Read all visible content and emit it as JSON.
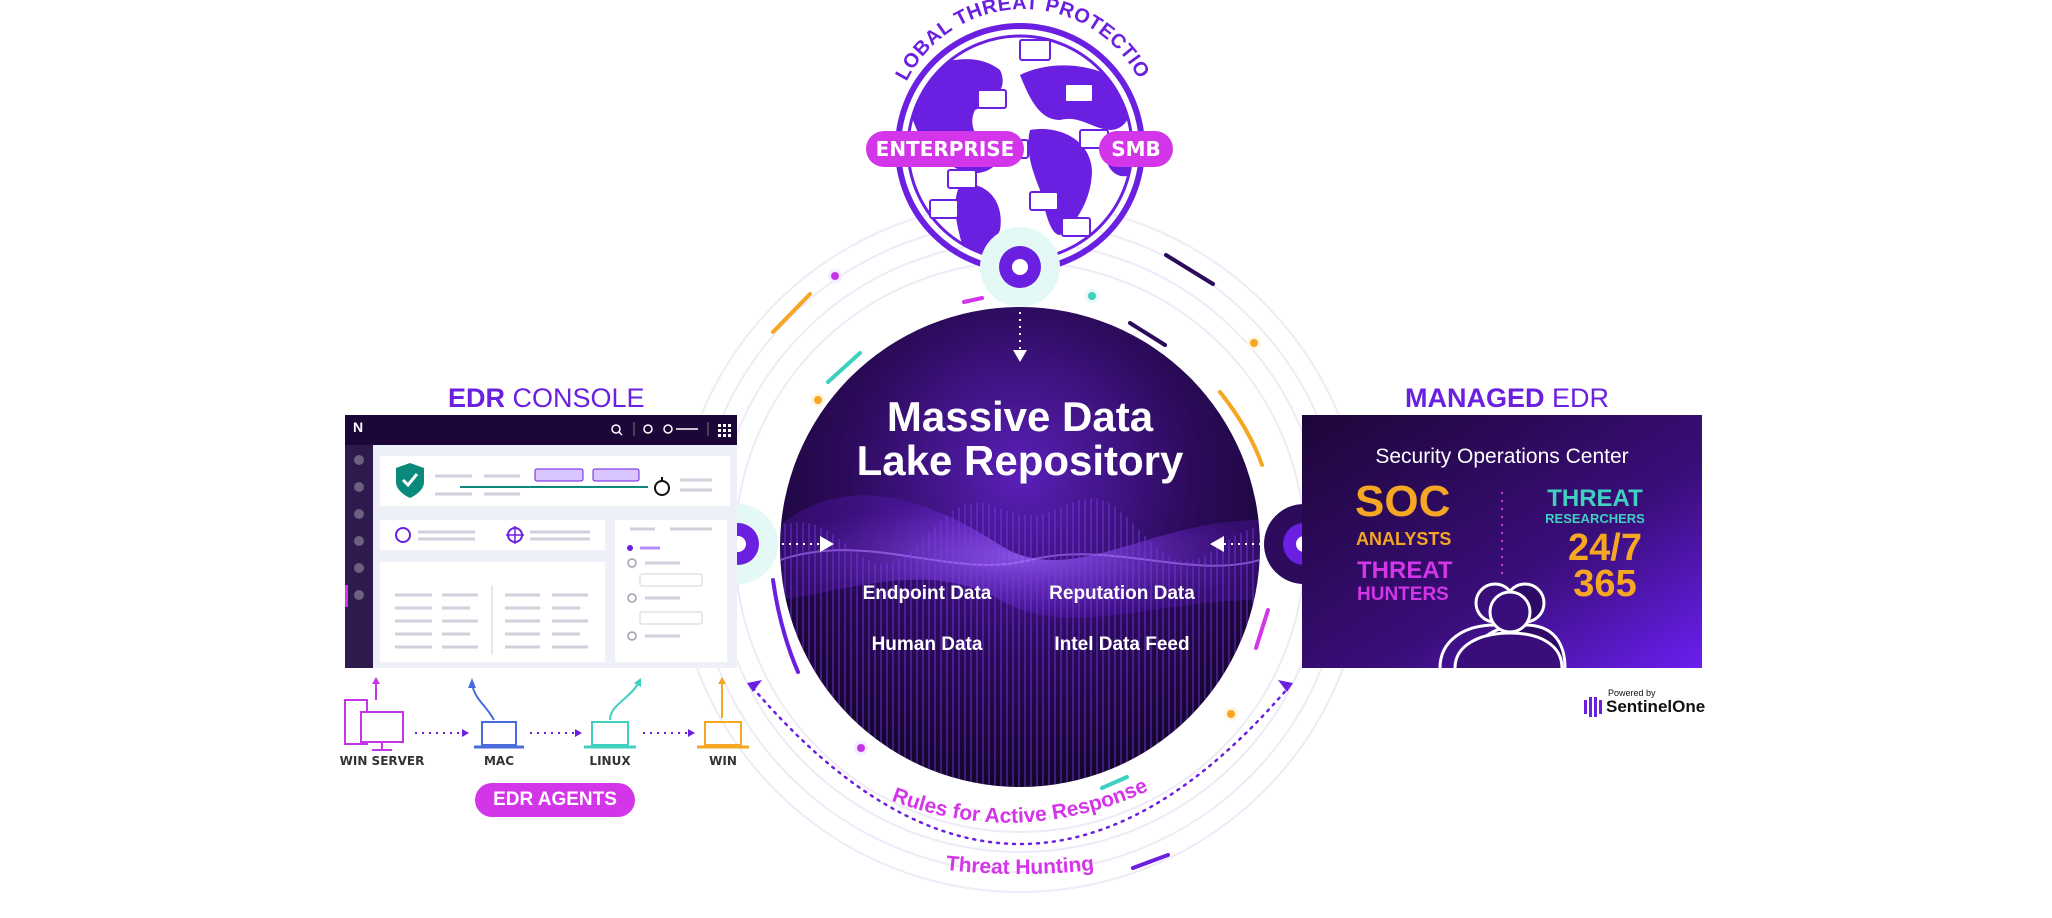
{
  "globe": {
    "arc_title": "GLOBAL THREAT PROTECTION",
    "enterprise_label": "ENTERPRISE",
    "smb_label": "SMB"
  },
  "center": {
    "title_line1": "Massive Data",
    "title_line2": "Lake Repository",
    "items": [
      "Endpoint Data",
      "Reputation Data",
      "Human Data",
      "Intel Data Feed"
    ]
  },
  "edr_console": {
    "title_strong": "EDR",
    "title_light": " CONSOLE",
    "logo_glyph": "N"
  },
  "agents": {
    "items": [
      {
        "label": "WIN SERVER",
        "icon": "server-desktop-icon",
        "color": "#c535e6"
      },
      {
        "label": "MAC",
        "icon": "laptop-icon",
        "color": "#4b6bdc"
      },
      {
        "label": "LINUX",
        "icon": "laptop-icon",
        "color": "#3fd0c0"
      },
      {
        "label": "WIN",
        "icon": "laptop-icon",
        "color": "#f5a623"
      }
    ],
    "pill_label": "EDR AGENTS"
  },
  "managed_edr": {
    "title_strong": "MANAGED",
    "title_light": " EDR",
    "panel_title": "Security Operations Center",
    "soc_big": "SOC",
    "soc_small": "ANALYSTS",
    "hunters_big": "THREAT",
    "hunters_small": "HUNTERS",
    "researchers_big": "THREAT",
    "researchers_small": "RESEARCHERS",
    "avail_line1": "24/7",
    "avail_line2": "365"
  },
  "powered_by": {
    "small": "Powered by",
    "brand": "SentinelOne"
  },
  "arcs": {
    "rules_label": "Rules for Active Response",
    "hunting_label": "Threat Hunting"
  },
  "colors": {
    "purple": "#6b1fe0",
    "dark_purple": "#1d0638",
    "magenta": "#d335e8",
    "teal": "#3fd0c0",
    "orange": "#f5a623",
    "blue": "#4b6bdc"
  }
}
